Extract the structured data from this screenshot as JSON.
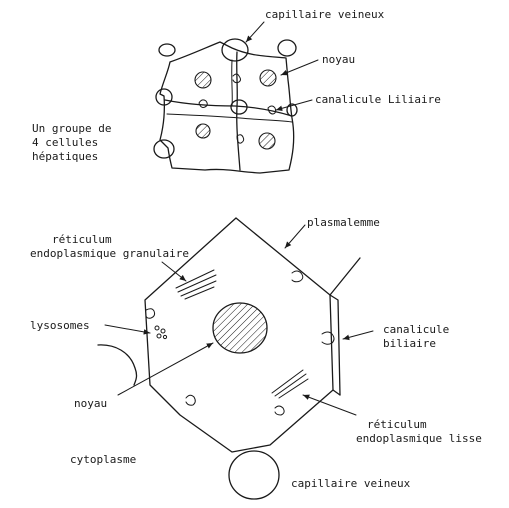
{
  "top_diagram": {
    "labels": {
      "capillaire_veineux": "capillaire veineux",
      "noyau": "noyau",
      "canalicule_biliaire": "canalicule Liliaire",
      "group_line1": "Un groupe de",
      "group_line2": "4 cellules",
      "group_line3": "hépatiques"
    }
  },
  "bottom_diagram": {
    "labels": {
      "reticulum_granulaire_line1": "réticulum",
      "reticulum_granulaire_line2": "endoplasmique granulaire",
      "plasmalemme": "plasmalemme",
      "lysosomes": "lysosomes",
      "canalicule_line1": "canalicule",
      "canalicule_line2": "biliaire",
      "noyau": "noyau",
      "reticulum_lisse_line1": "réticulum",
      "reticulum_lisse_line2": "endoplasmique lisse",
      "cytoplasme": "cytoplasme",
      "capillaire_veineux": "capillaire veineux"
    }
  },
  "colors": {
    "ink": "#1a1a1a",
    "background": "#ffffff"
  }
}
